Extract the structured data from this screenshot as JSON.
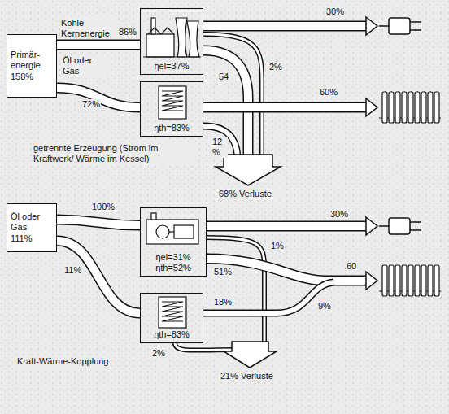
{
  "diagram": {
    "nodes": [
      {
        "text": [
          "Primär- energie",
          "158%"
        ]
      },
      {
        "text": [
          "ηel=37%"
        ]
      },
      {
        "text": [
          "ηth=83%"
        ]
      },
      {
        "text": [
          "Öl oder Gas",
          "111%"
        ]
      },
      {
        "text": [
          "ηel=31%",
          "ηth=52%"
        ]
      },
      {
        "text": [
          "ηth=83%"
        ]
      }
    ],
    "edges": [
      {
        "from": 0,
        "to": 1,
        "label": "86%",
        "arrow": "none"
      },
      {
        "from": 0,
        "to": 2,
        "label": "72%",
        "arrow": "none"
      },
      {
        "from": 3,
        "to": 4,
        "label": "100%",
        "arrow": "none"
      },
      {
        "from": 3,
        "to": 5,
        "label": "11%",
        "arrow": "none"
      }
    ],
    "labels": [
      "Kohle Kernenergie",
      "Öl oder Gas",
      "30%",
      "54",
      "2%",
      "60%",
      "12 %",
      "68% Verluste",
      "getrennte Erzeugung (Strom im Kraftwerk/ Wärme im Kessel)",
      "30%",
      "1%",
      "51%",
      "60",
      "18%",
      "9%",
      "2%",
      "21% Verluste",
      "Kraft-Wärme-Kopplung"
    ]
  }
}
